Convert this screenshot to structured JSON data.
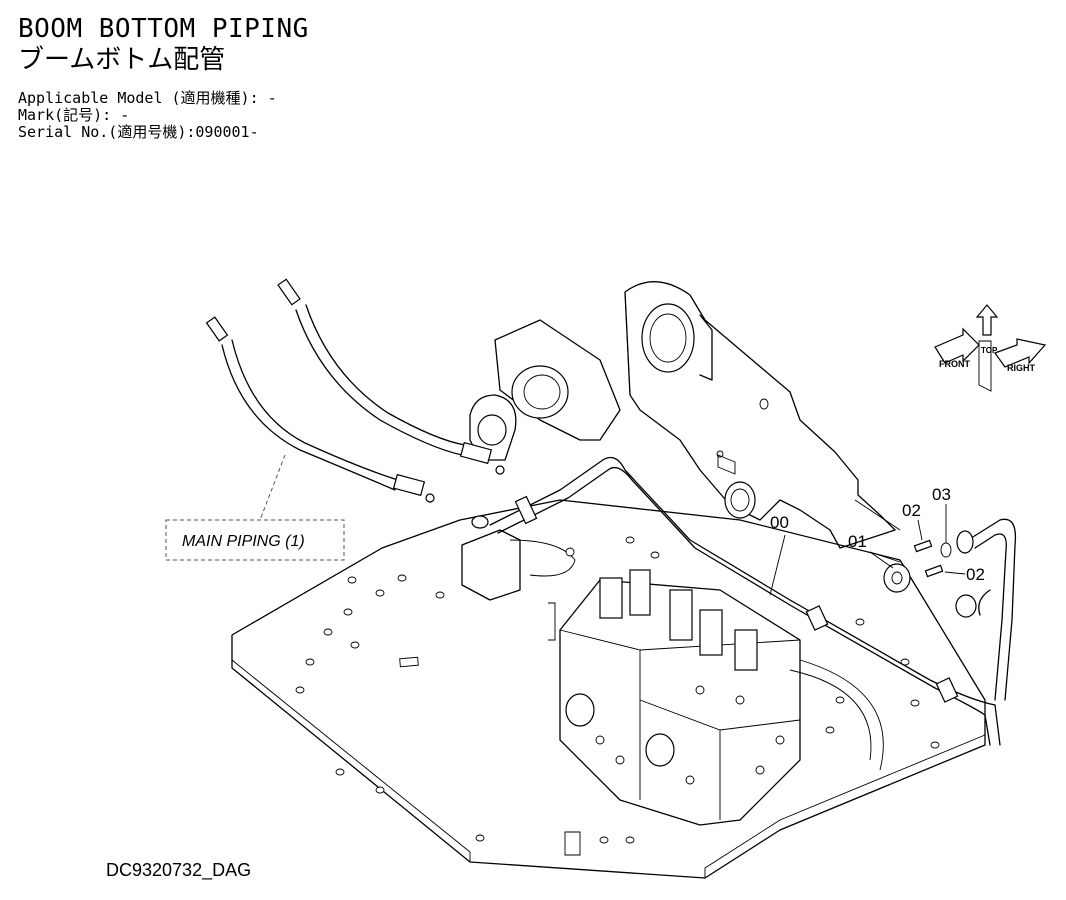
{
  "header": {
    "title_en": "BOOM BOTTOM PIPING",
    "title_jp": "ブームボトム配管",
    "applicable_model": "Applicable Model (適用機種): -",
    "mark": "Mark(記号): -",
    "serial_no": "Serial No.(適用号機):090001-"
  },
  "diagram": {
    "main_piping_label": "MAIN PIPING (1)",
    "callouts": [
      "00",
      "01",
      "02",
      "03",
      "02"
    ],
    "direction_indicator": {
      "front": "FRONT",
      "right": "RIGHT",
      "top": "TOP"
    }
  },
  "footer": {
    "drawing_number": "DC9320732_DAG"
  }
}
